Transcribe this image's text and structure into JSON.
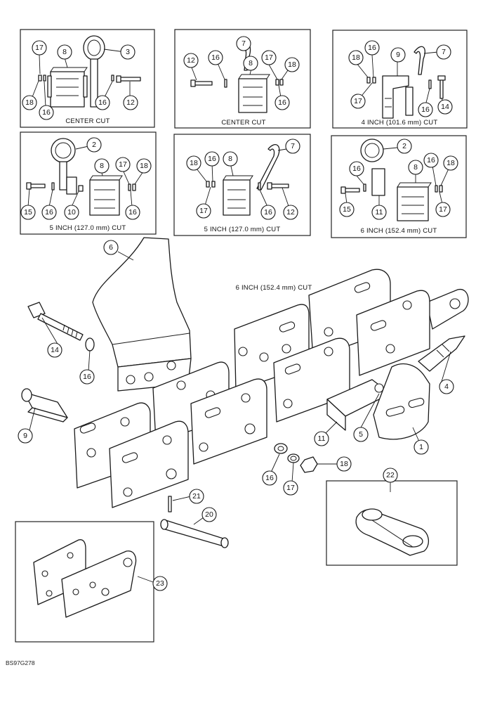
{
  "captions": {
    "panel_center_cut_1": "CENTER CUT",
    "panel_center_cut_2": "CENTER CUT",
    "panel_4_inch": "4 INCH (101.6 mm) CUT",
    "panel_5_inch_1": "5 INCH (127.0 mm) CUT",
    "panel_5_inch_2": "5 INCH (127.0 mm) CUT",
    "panel_6_inch": "6 INCH (152.4 mm) CUT",
    "main_6_inch": "6 INCH (152.4 mm) CUT"
  },
  "reference_code": "BS97G278",
  "callouts": {
    "p1": [
      "17",
      "8",
      "3",
      "18",
      "16",
      "16",
      "12"
    ],
    "p2": [
      "7",
      "12",
      "16",
      "17",
      "8",
      "18",
      "16"
    ],
    "p3": [
      "16",
      "7",
      "18",
      "9",
      "17",
      "16",
      "14"
    ],
    "p4": [
      "2",
      "8",
      "17",
      "18",
      "15",
      "16",
      "10",
      "16"
    ],
    "p5": [
      "7",
      "18",
      "16",
      "8",
      "17",
      "16",
      "12"
    ],
    "p6": [
      "2",
      "16",
      "8",
      "16",
      "18",
      "15",
      "11",
      "17"
    ],
    "main": [
      "6",
      "14",
      "16",
      "9",
      "4",
      "11",
      "5",
      "1",
      "16",
      "17",
      "18",
      "21",
      "20",
      "22",
      "23"
    ]
  }
}
